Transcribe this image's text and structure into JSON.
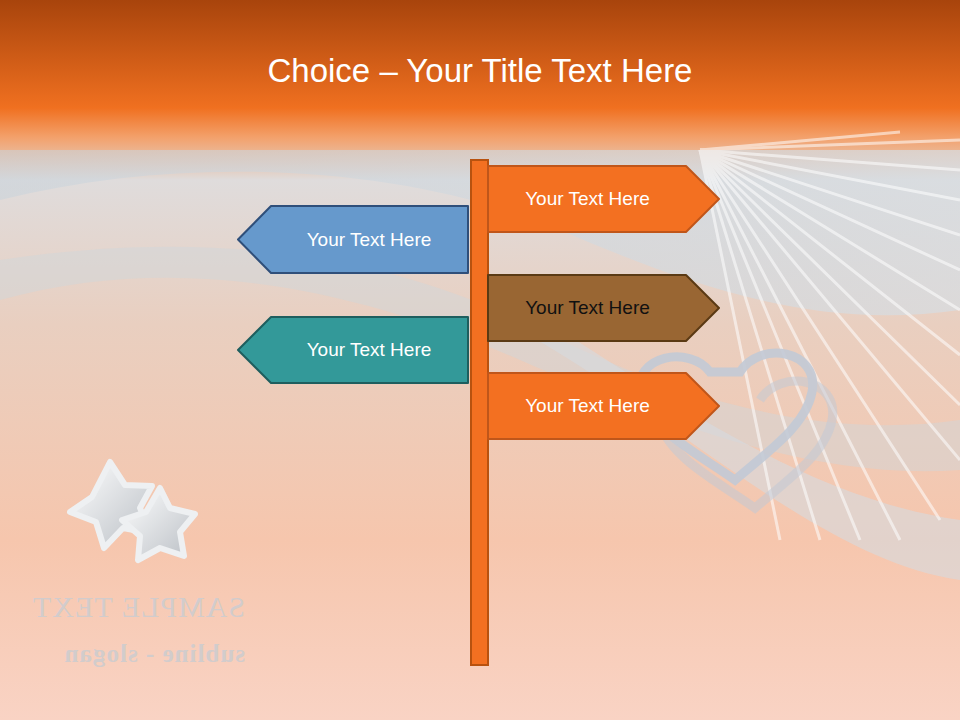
{
  "diagram": {
    "title": "Choice – Your Title Text Here",
    "nodes": [
      {
        "text": [
          "Your Text Here"
        ]
      },
      {
        "text": [
          "Your Text Here"
        ]
      },
      {
        "text": [
          "Your Text Here"
        ]
      },
      {
        "text": [
          "Your Text Here"
        ]
      },
      {
        "text": [
          "Your Text Here"
        ]
      }
    ],
    "labels": [
      "SAMPLE TEXT",
      "subline - slogan"
    ]
  }
}
